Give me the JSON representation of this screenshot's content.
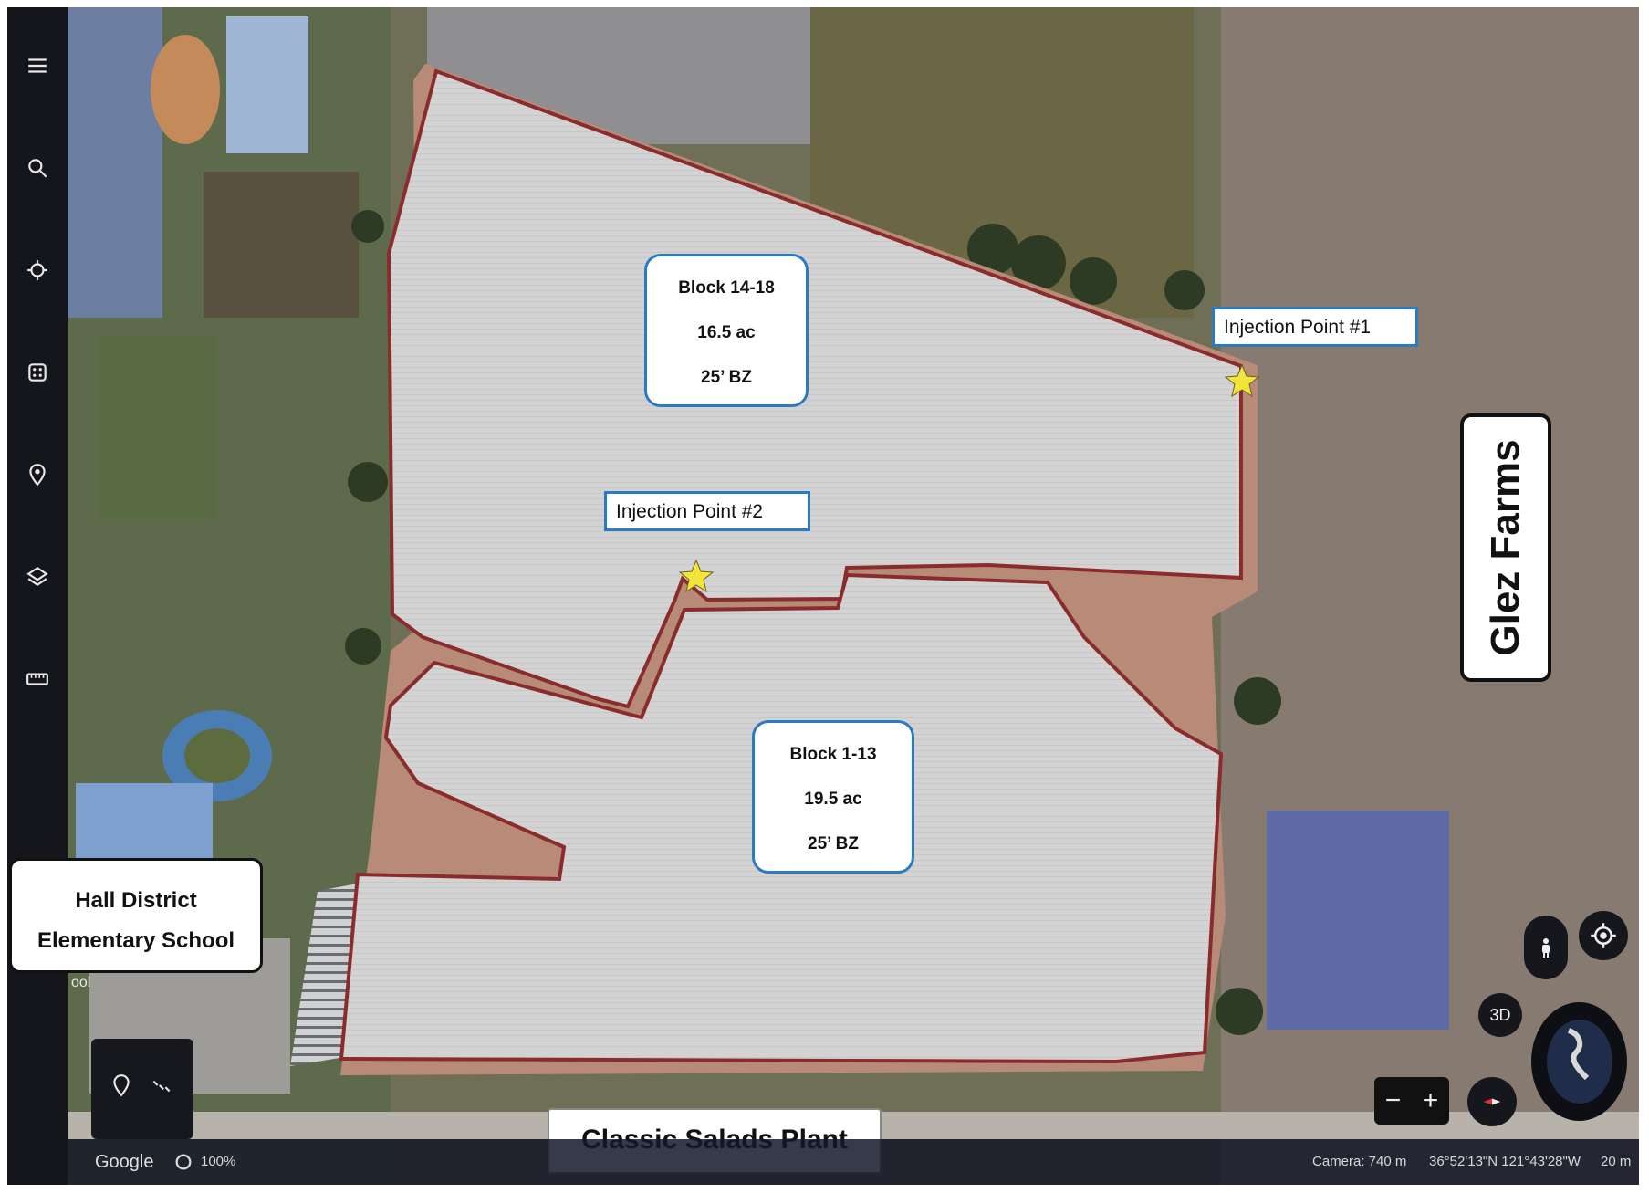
{
  "map": {
    "blocks": [
      {
        "name": "Block 14-18",
        "area": "16.5 ac",
        "buffer": "25’ BZ"
      },
      {
        "name": "Block 1-13",
        "area": "19.5 ac",
        "buffer": "25’ BZ"
      }
    ],
    "injection_points": [
      {
        "label": "Injection Point #1"
      },
      {
        "label": "Injection Point #2"
      }
    ],
    "places": {
      "school_line1": "Hall District",
      "school_line2": "Elementary School",
      "farm": "Glez Farms",
      "plant": "Classic Salads Plant"
    },
    "colors": {
      "field_fill": "#d4d4d4",
      "boundary": "#8b2c2c",
      "label_border": "#2c79c4",
      "marker": "#f2e43a"
    }
  },
  "toolbar": {
    "icons": [
      "menu-icon",
      "search-icon",
      "voyager-icon",
      "feeling-lucky-icon",
      "projects-icon",
      "map-style-icon",
      "measure-icon"
    ]
  },
  "controls": {
    "view_3d_label": "3D",
    "zoom_out_label": "−",
    "zoom_in_label": "+"
  },
  "status": {
    "brand": "Google",
    "stream_percent": "100%",
    "camera": "Camera: 740 m",
    "coords": "36°52'13\"N 121°43'28\"W",
    "scale": "20 m"
  },
  "misc": {
    "partial_label": "ool"
  }
}
